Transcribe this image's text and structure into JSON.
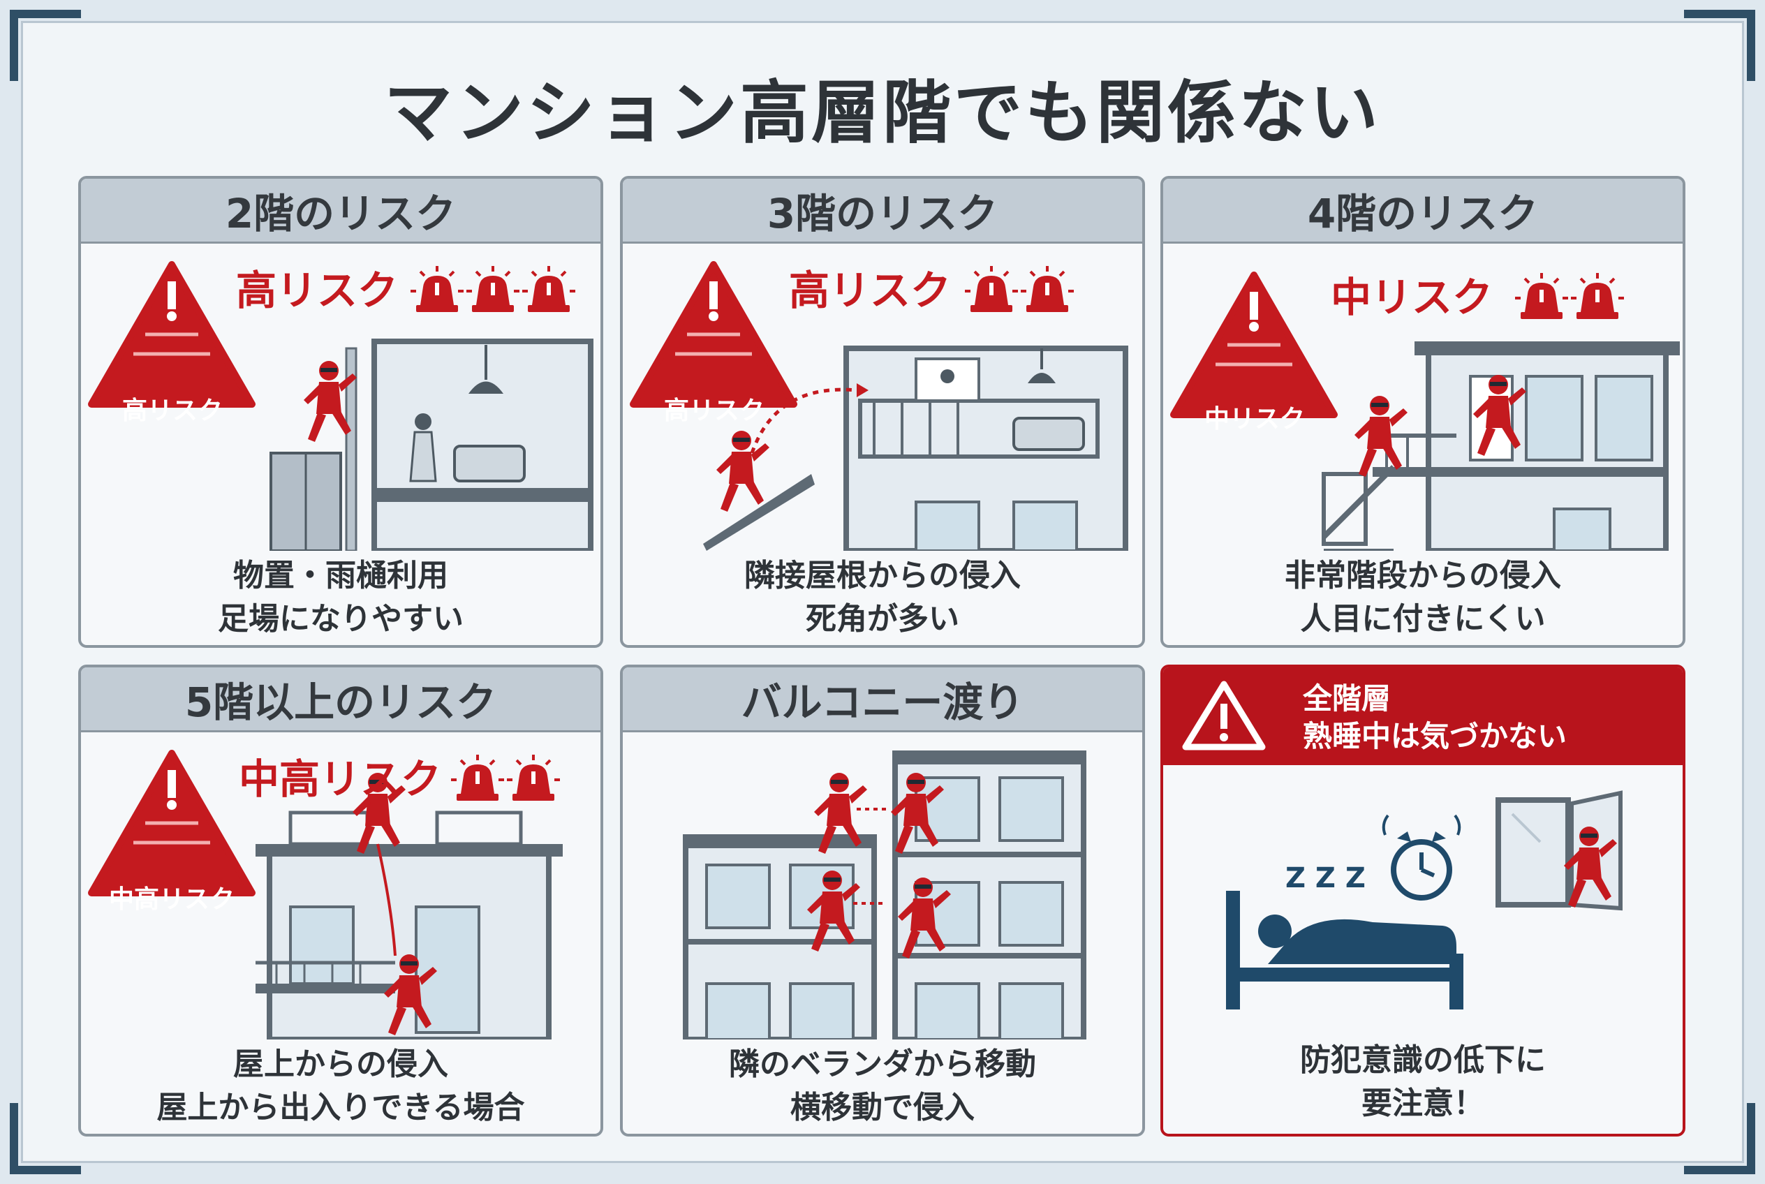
{
  "title": "マンション高層階でも関係ない",
  "colors": {
    "accent_red": "#c41a1f",
    "dark_navy": "#1f4a6a",
    "panel_border": "#8b969f"
  },
  "panels": [
    {
      "heading": "2階のリスク",
      "level": "高リスク",
      "triangle_label": "高リスク",
      "alarms": 3,
      "caption_lines": [
        "物置・雨樋利用",
        "足場になりやすい"
      ]
    },
    {
      "heading": "3階のリスク",
      "level": "高リスク",
      "triangle_label": "高リスク",
      "alarms": 2,
      "caption_lines": [
        "隣接屋根からの侵入",
        "死角が多い"
      ]
    },
    {
      "heading": "4階のリスク",
      "level": "中リスク",
      "triangle_label": "中リスク",
      "alarms": 2,
      "caption_lines": [
        "非常階段からの侵入",
        "人目に付きにくい"
      ]
    },
    {
      "heading": "5階以上のリスク",
      "level": "中高リスク",
      "triangle_label": "中高リスク",
      "alarms": 2,
      "caption_lines": [
        "屋上からの侵入",
        "屋上から出入りできる場合"
      ]
    },
    {
      "heading": "バルコニー渡り",
      "caption_lines": [
        "隣のベランダから移動",
        "横移動で侵入"
      ]
    }
  ],
  "alert_panel": {
    "title_lines": [
      "全階層",
      "熟睡中は気づかない"
    ],
    "sleep_text": "Z Z Z",
    "caption_lines": [
      "防犯意識の低下に",
      "要注意！"
    ],
    "icons": [
      "warning-icon",
      "alarm-clock-icon",
      "bed-icon",
      "window-icon"
    ]
  }
}
